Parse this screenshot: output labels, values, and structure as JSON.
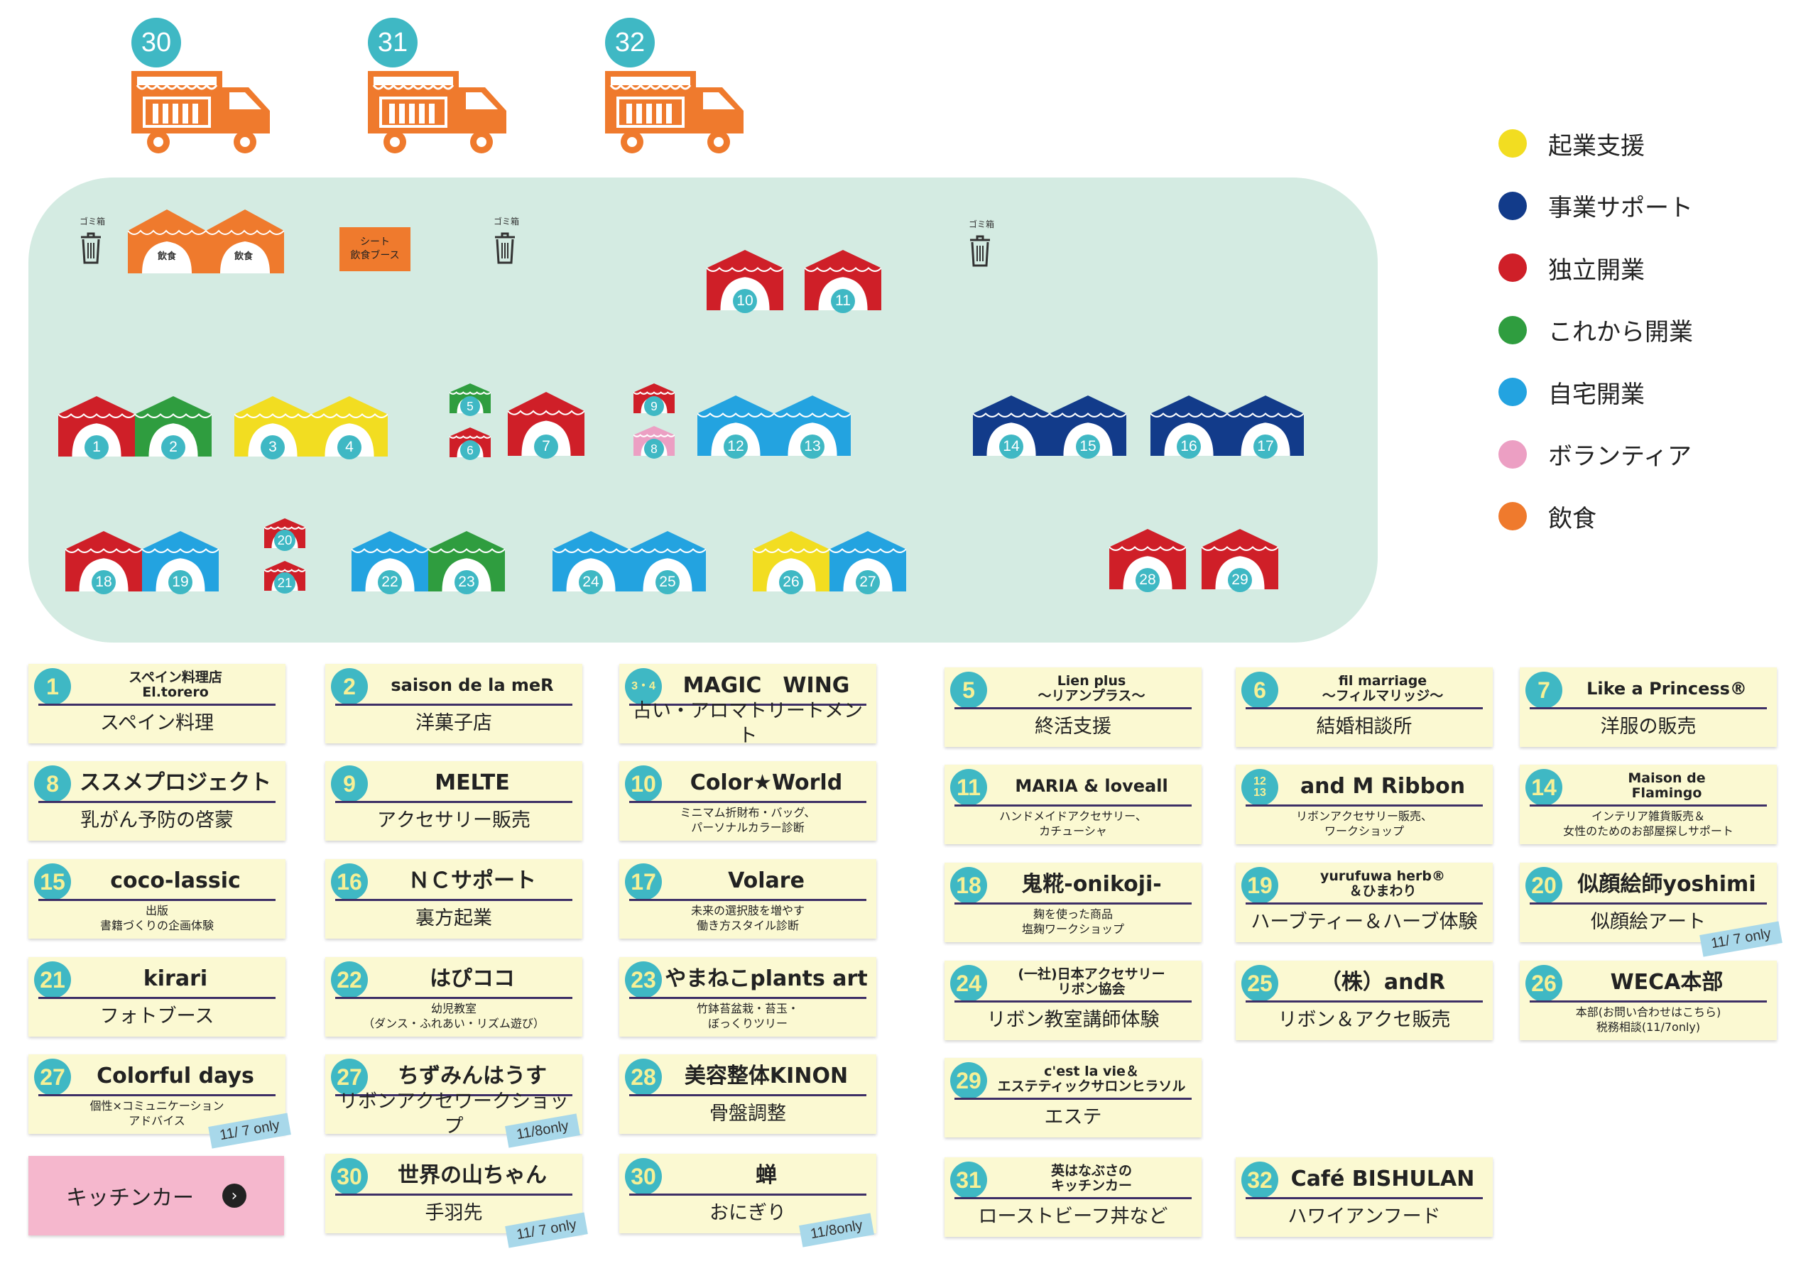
{
  "colors": {
    "startup_support": "#f2dd21",
    "business_support": "#123b8a",
    "independent": "#cf1f28",
    "future_open": "#2f9d3f",
    "home_business": "#23a3e0",
    "volunteer": "#ec9fc3",
    "food": "#ef7a2d",
    "number_badge": "#3fb8c4",
    "field": "#d4ebe2",
    "card_bg": "#fbf9d2"
  },
  "trucks": [
    "30",
    "31",
    "32"
  ],
  "legend": [
    {
      "label": "起業支援",
      "color": "#f2dd21"
    },
    {
      "label": "事業サポート",
      "color": "#123b8a"
    },
    {
      "label": "独立開業",
      "color": "#cf1f28"
    },
    {
      "label": "これから開業",
      "color": "#2f9d3f"
    },
    {
      "label": "自宅開業",
      "color": "#23a3e0"
    },
    {
      "label": "ボランティア",
      "color": "#ec9fc3"
    },
    {
      "label": "飲食",
      "color": "#ef7a2d"
    }
  ],
  "field_labels": {
    "trash": "ゴミ箱",
    "food_tent": "飲食",
    "sheet_line1": "シート",
    "sheet_line2": "飲食ブース"
  },
  "tents": [
    {
      "num": "1",
      "color": "#cf1f28"
    },
    {
      "num": "2",
      "color": "#2f9d3f"
    },
    {
      "num": "3",
      "color": "#f2dd21"
    },
    {
      "num": "4",
      "color": "#f2dd21"
    },
    {
      "num": "5",
      "color": "#2f9d3f"
    },
    {
      "num": "6",
      "color": "#cf1f28"
    },
    {
      "num": "7",
      "color": "#cf1f28"
    },
    {
      "num": "8",
      "color": "#ec9fc3"
    },
    {
      "num": "9",
      "color": "#cf1f28"
    },
    {
      "num": "10",
      "color": "#cf1f28"
    },
    {
      "num": "11",
      "color": "#cf1f28"
    },
    {
      "num": "12",
      "color": "#23a3e0"
    },
    {
      "num": "13",
      "color": "#23a3e0"
    },
    {
      "num": "14",
      "color": "#123b8a"
    },
    {
      "num": "15",
      "color": "#123b8a"
    },
    {
      "num": "16",
      "color": "#123b8a"
    },
    {
      "num": "17",
      "color": "#123b8a"
    },
    {
      "num": "18",
      "color": "#cf1f28"
    },
    {
      "num": "19",
      "color": "#23a3e0"
    },
    {
      "num": "20",
      "color": "#cf1f28"
    },
    {
      "num": "21",
      "color": "#cf1f28"
    },
    {
      "num": "22",
      "color": "#23a3e0"
    },
    {
      "num": "23",
      "color": "#2f9d3f"
    },
    {
      "num": "24",
      "color": "#23a3e0"
    },
    {
      "num": "25",
      "color": "#23a3e0"
    },
    {
      "num": "26",
      "color": "#f2dd21"
    },
    {
      "num": "27",
      "color": "#23a3e0"
    },
    {
      "num": "28",
      "color": "#cf1f28"
    },
    {
      "num": "29",
      "color": "#cf1f28"
    }
  ],
  "cards": [
    {
      "num": "1",
      "title": "スペイン料理店\nEl.torero",
      "desc": "スペイン料理"
    },
    {
      "num": "2",
      "title": "saison de la meR",
      "desc": "洋菓子店"
    },
    {
      "num": "3・4",
      "title": "MAGIC　WING",
      "desc": "占い・アロマトリートメント"
    },
    {
      "num": "5",
      "title": "Lien plus\n〜リアンプラス〜",
      "desc": "終活支援"
    },
    {
      "num": "6",
      "title": "fil marriage\n〜フィルマリッジ〜",
      "desc": "結婚相談所"
    },
    {
      "num": "7",
      "title": "Like a Princess®",
      "desc": "洋服の販売"
    },
    {
      "num": "8",
      "title": "ススメプロジェクト",
      "desc": "乳がん予防の啓蒙"
    },
    {
      "num": "9",
      "title": "MELTE",
      "desc": "アクセサリー販売"
    },
    {
      "num": "10",
      "title": "Color★World",
      "desc": "ミニマム折財布・バッグ、\nパーソナルカラー診断"
    },
    {
      "num": "11",
      "title": "MARIA & loveall",
      "desc": "ハンドメイドアクセサリー、\nカチューシャ"
    },
    {
      "num": "12\n13",
      "title": "and M Ribbon",
      "desc": "リボンアクセサリー販売、\nワークショップ"
    },
    {
      "num": "14",
      "title": "Maison de\nFlamingo",
      "desc": "インテリア雑貨販売＆\n女性のためのお部屋探しサポート"
    },
    {
      "num": "15",
      "title": "coco-lassic",
      "desc": "出版\n書籍づくりの企画体験"
    },
    {
      "num": "16",
      "title": "ＮＣサポート",
      "desc": "裏方起業"
    },
    {
      "num": "17",
      "title": "Volare",
      "desc": "未来の選択肢を増やす\n働き方スタイル診断"
    },
    {
      "num": "18",
      "title": "鬼糀-onikoji-",
      "desc": "麹を使った商品\n塩麹ワークショップ"
    },
    {
      "num": "19",
      "title": "yurufuwa herb®\n＆ひまわり",
      "desc": "ハーブティー＆ハーブ体験"
    },
    {
      "num": "20",
      "title": "似顔絵師yoshimi",
      "desc": "似顔絵アート",
      "tag": "11/ 7 only"
    },
    {
      "num": "21",
      "title": "kirari",
      "desc": "フォトブース"
    },
    {
      "num": "22",
      "title": "はぴココ",
      "desc": "幼児教室\n（ダンス・ふれあい・リズム遊び）"
    },
    {
      "num": "23",
      "title": "やまねこplants art",
      "desc": "竹鉢苔盆栽・苔玉・\nぼっくりツリー"
    },
    {
      "num": "24",
      "title": "(一社)日本アクセサリー\nリボン協会",
      "desc": "リボン教室講師体験"
    },
    {
      "num": "25",
      "title": "（株）andR",
      "desc": "リボン＆アクセ販売"
    },
    {
      "num": "26",
      "title": "WECA本部",
      "desc": "本部(お問い合わせはこちら)\n税務相談(11/7only)"
    },
    {
      "num": "27",
      "title": "Colorful days",
      "desc": "個性×コミュニケーション\nアドバイス",
      "tag": "11/ 7 only"
    },
    {
      "num": "27",
      "title": "ちずみんはうす",
      "desc": "リボンアクセワークショップ",
      "tag": "11/8only"
    },
    {
      "num": "28",
      "title": "美容整体KINON",
      "desc": "骨盤調整"
    },
    {
      "num": "29",
      "title": "c'est la vie＆\nエステティックサロンヒラソル",
      "desc": "エステ"
    },
    {
      "num": "30",
      "title": "世界の山ちゃん",
      "desc": "手羽先",
      "tag": "11/ 7 only"
    },
    {
      "num": "30",
      "title": "蝉",
      "desc": "おにぎり",
      "tag": "11/8only"
    },
    {
      "num": "31",
      "title": "英はなぶさの\nキッチンカー",
      "desc": "ローストビーフ丼など"
    },
    {
      "num": "32",
      "title": "Café BISHULAN",
      "desc": "ハワイアンフード"
    }
  ],
  "kitchen_button": {
    "label": "キッチンカー",
    "arrow": "›"
  }
}
